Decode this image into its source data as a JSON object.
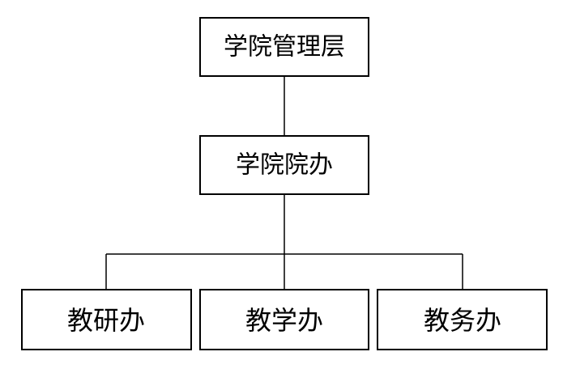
{
  "org_chart": {
    "top": {
      "label": "学院管理层"
    },
    "middle": {
      "label": "学院院办"
    },
    "bottom": [
      {
        "label": "教研办"
      },
      {
        "label": "教学办"
      },
      {
        "label": "教务办"
      }
    ]
  }
}
